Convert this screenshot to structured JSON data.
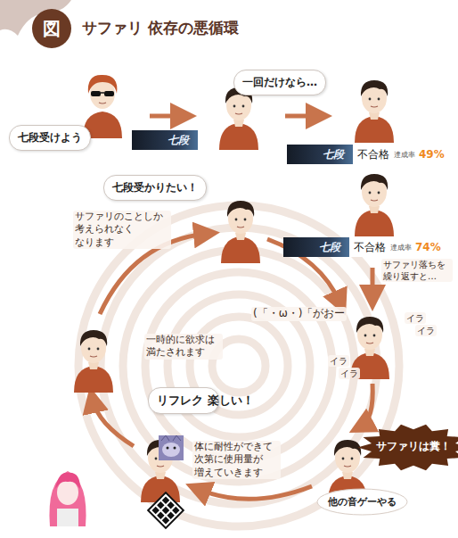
{
  "diagram": {
    "title": "サファリ 依存の悪循環",
    "nodes": [
      {
        "text": [
          "図"
        ]
      },
      {
        "text": [
          "七段受けよう"
        ]
      },
      {
        "text": [
          "七段"
        ]
      },
      {
        "text": [
          "一回だけなら…"
        ]
      },
      {
        "text": [
          "七段",
          "不合格",
          "達成率",
          "49%"
        ]
      },
      {
        "text": [
          "七段受かりたい！"
        ]
      },
      {
        "text": [
          "七段",
          "不合格",
          "達成率",
          "74%"
        ]
      },
      {
        "text": [
          "リフレク 楽しい！"
        ]
      },
      {
        "text": [
          "サファリは糞！"
        ]
      },
      {
        "text": [
          "他の音ゲーやる"
        ]
      }
    ],
    "labels": [
      "サファリのことしか 考えられなく なります",
      "サファリ落ちを 繰り返すと…",
      "(「・ω・)「がおー",
      "イラ",
      "イラ",
      "イラ",
      "イラ",
      "一時的に欲求は 満たされます",
      "体に耐性ができて 次第に使用量が 増えていきます"
    ]
  }
}
